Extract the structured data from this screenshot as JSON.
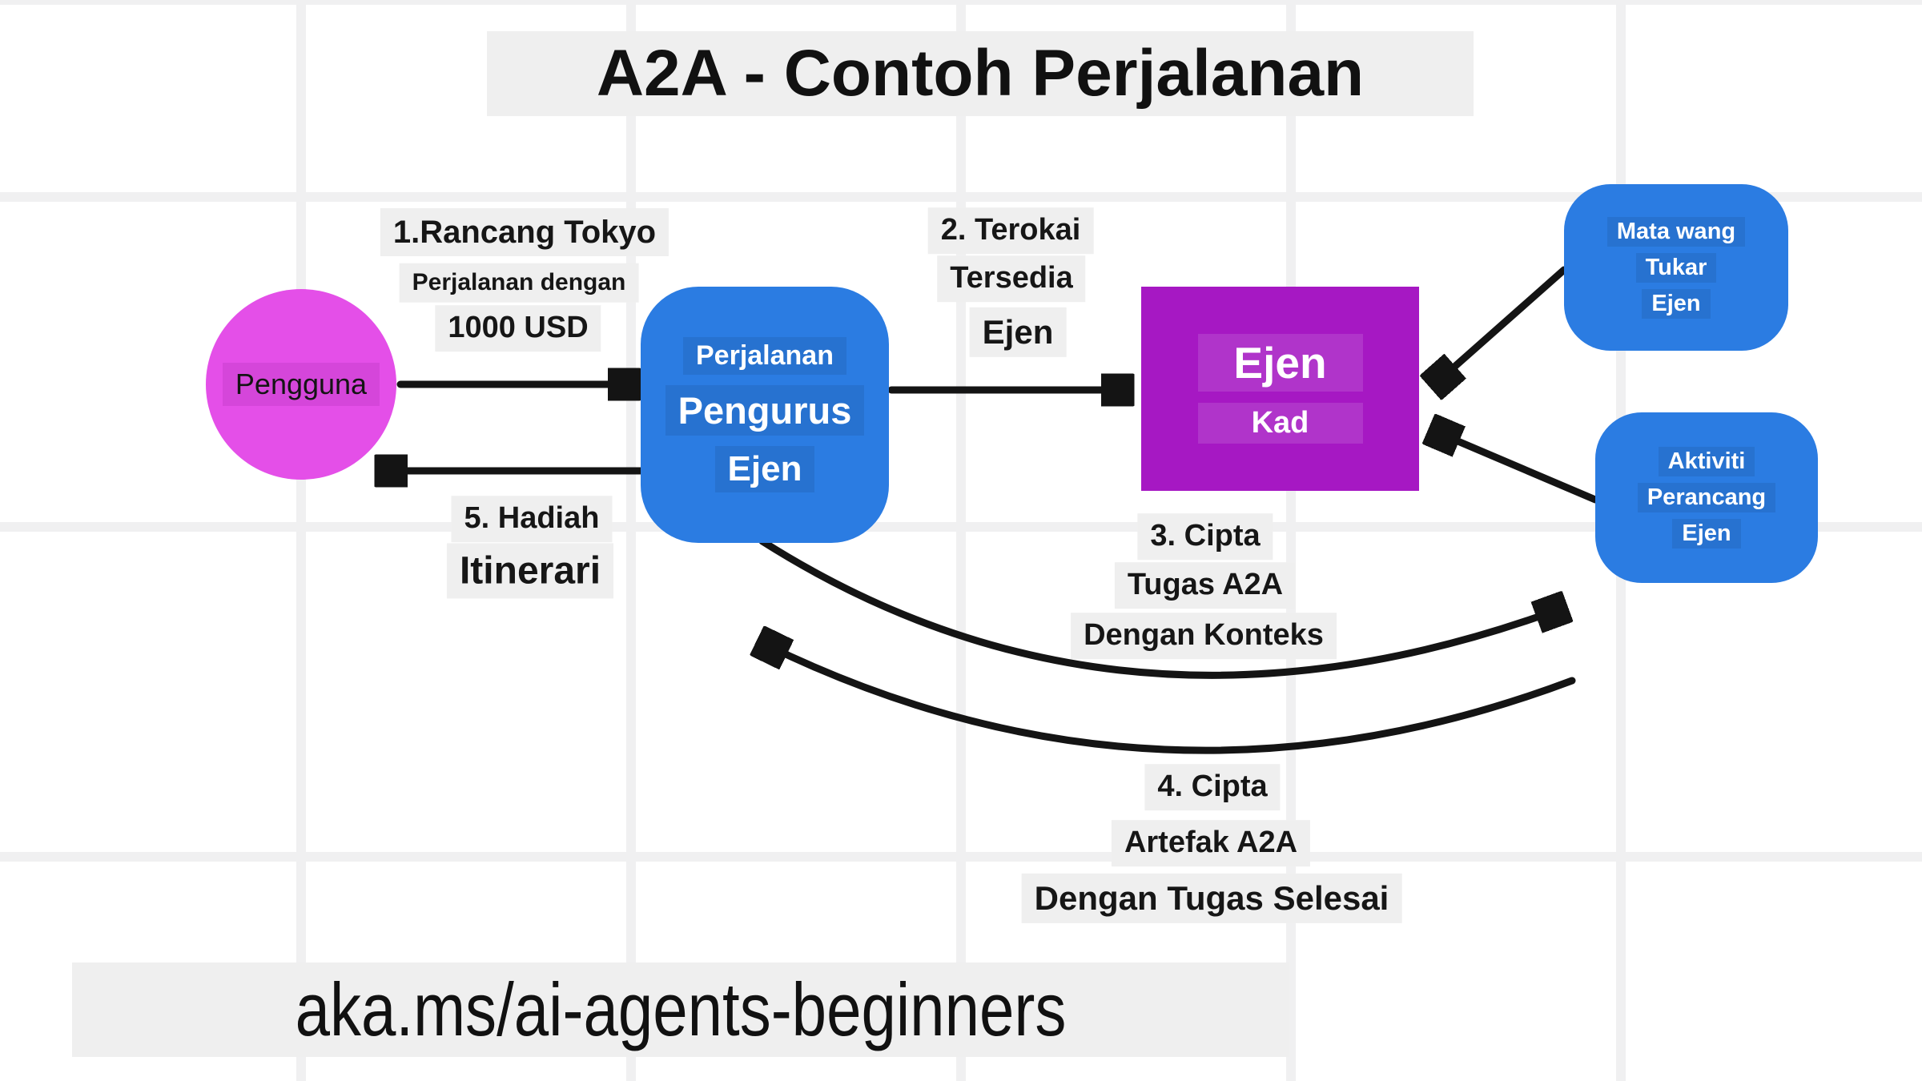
{
  "title": "A2A - Contoh Perjalanan",
  "footer": "aka.ms/ai-agents-beginners",
  "nodes": {
    "user": {
      "label": "Pengguna"
    },
    "manager": {
      "lines": [
        "Perjalanan",
        "Pengurus",
        "Ejen"
      ]
    },
    "agent_card": {
      "lines": [
        "Ejen",
        "Kad"
      ]
    },
    "currency_exchange": {
      "lines": [
        "Mata wang",
        "Tukar",
        "Ejen"
      ]
    },
    "activity_planner": {
      "lines": [
        "Aktiviti",
        "Perancang",
        "Ejen"
      ]
    }
  },
  "steps": {
    "s1": {
      "lines": [
        "1.Rancang Tokyo",
        "Perjalanan dengan",
        "1000 USD"
      ]
    },
    "s2": {
      "lines": [
        "2. Terokai",
        "Tersedia",
        "Ejen"
      ]
    },
    "s3": {
      "lines": [
        "3. Cipta",
        "Tugas A2A",
        "Dengan Konteks"
      ]
    },
    "s4": {
      "lines": [
        "4. Cipta",
        "Artefak A2A",
        "Dengan Tugas Selesai"
      ]
    },
    "s5": {
      "lines": [
        "5. Hadiah",
        "Itinerari"
      ]
    }
  },
  "colors": {
    "node_blue": "#2b7ce2",
    "node_purple": "#a618c3",
    "node_pink": "#e44fe8",
    "label_bg": "#efefef",
    "arrow": "#141414",
    "grid": "#f0f0f1"
  }
}
